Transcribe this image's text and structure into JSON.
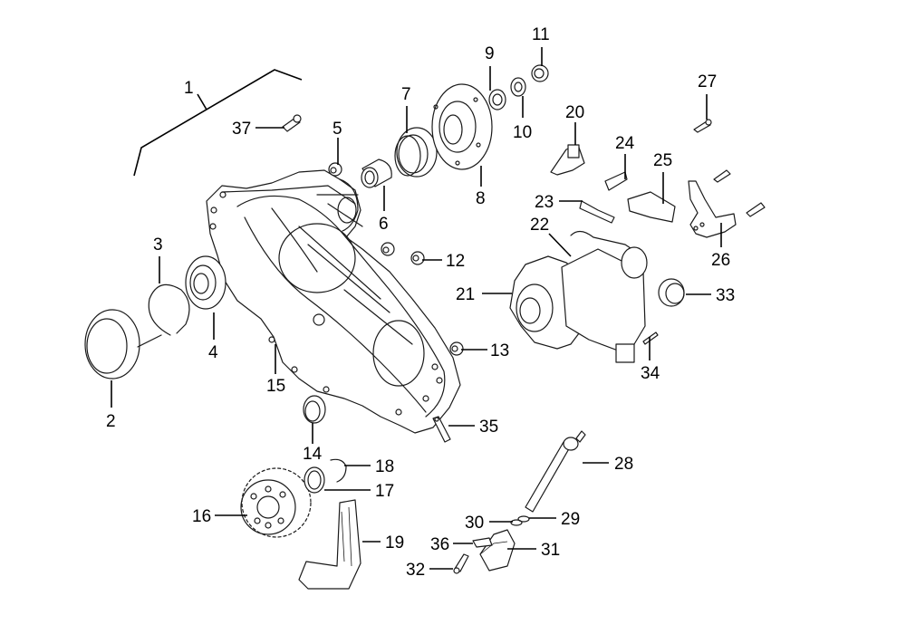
{
  "diagram": {
    "type": "exploded-parts-diagram",
    "subject": "Transfer case cover assembly",
    "callouts": [
      {
        "id": "1",
        "label": "1"
      },
      {
        "id": "2",
        "label": "2"
      },
      {
        "id": "3",
        "label": "3"
      },
      {
        "id": "4",
        "label": "4"
      },
      {
        "id": "5",
        "label": "5"
      },
      {
        "id": "6",
        "label": "6"
      },
      {
        "id": "7",
        "label": "7"
      },
      {
        "id": "8",
        "label": "8"
      },
      {
        "id": "9",
        "label": "9"
      },
      {
        "id": "10",
        "label": "10"
      },
      {
        "id": "11",
        "label": "11"
      },
      {
        "id": "12",
        "label": "12"
      },
      {
        "id": "13",
        "label": "13"
      },
      {
        "id": "14",
        "label": "14"
      },
      {
        "id": "15",
        "label": "15"
      },
      {
        "id": "16",
        "label": "16"
      },
      {
        "id": "17",
        "label": "17"
      },
      {
        "id": "18",
        "label": "18"
      },
      {
        "id": "19",
        "label": "19"
      },
      {
        "id": "20",
        "label": "20"
      },
      {
        "id": "21",
        "label": "21"
      },
      {
        "id": "22",
        "label": "22"
      },
      {
        "id": "23",
        "label": "23"
      },
      {
        "id": "24",
        "label": "24"
      },
      {
        "id": "25",
        "label": "25"
      },
      {
        "id": "26",
        "label": "26"
      },
      {
        "id": "27",
        "label": "27"
      },
      {
        "id": "28",
        "label": "28"
      },
      {
        "id": "29",
        "label": "29"
      },
      {
        "id": "30",
        "label": "30"
      },
      {
        "id": "31",
        "label": "31"
      },
      {
        "id": "32",
        "label": "32"
      },
      {
        "id": "33",
        "label": "33"
      },
      {
        "id": "34",
        "label": "34"
      },
      {
        "id": "35",
        "label": "35"
      },
      {
        "id": "36",
        "label": "36"
      },
      {
        "id": "37",
        "label": "37"
      }
    ]
  }
}
